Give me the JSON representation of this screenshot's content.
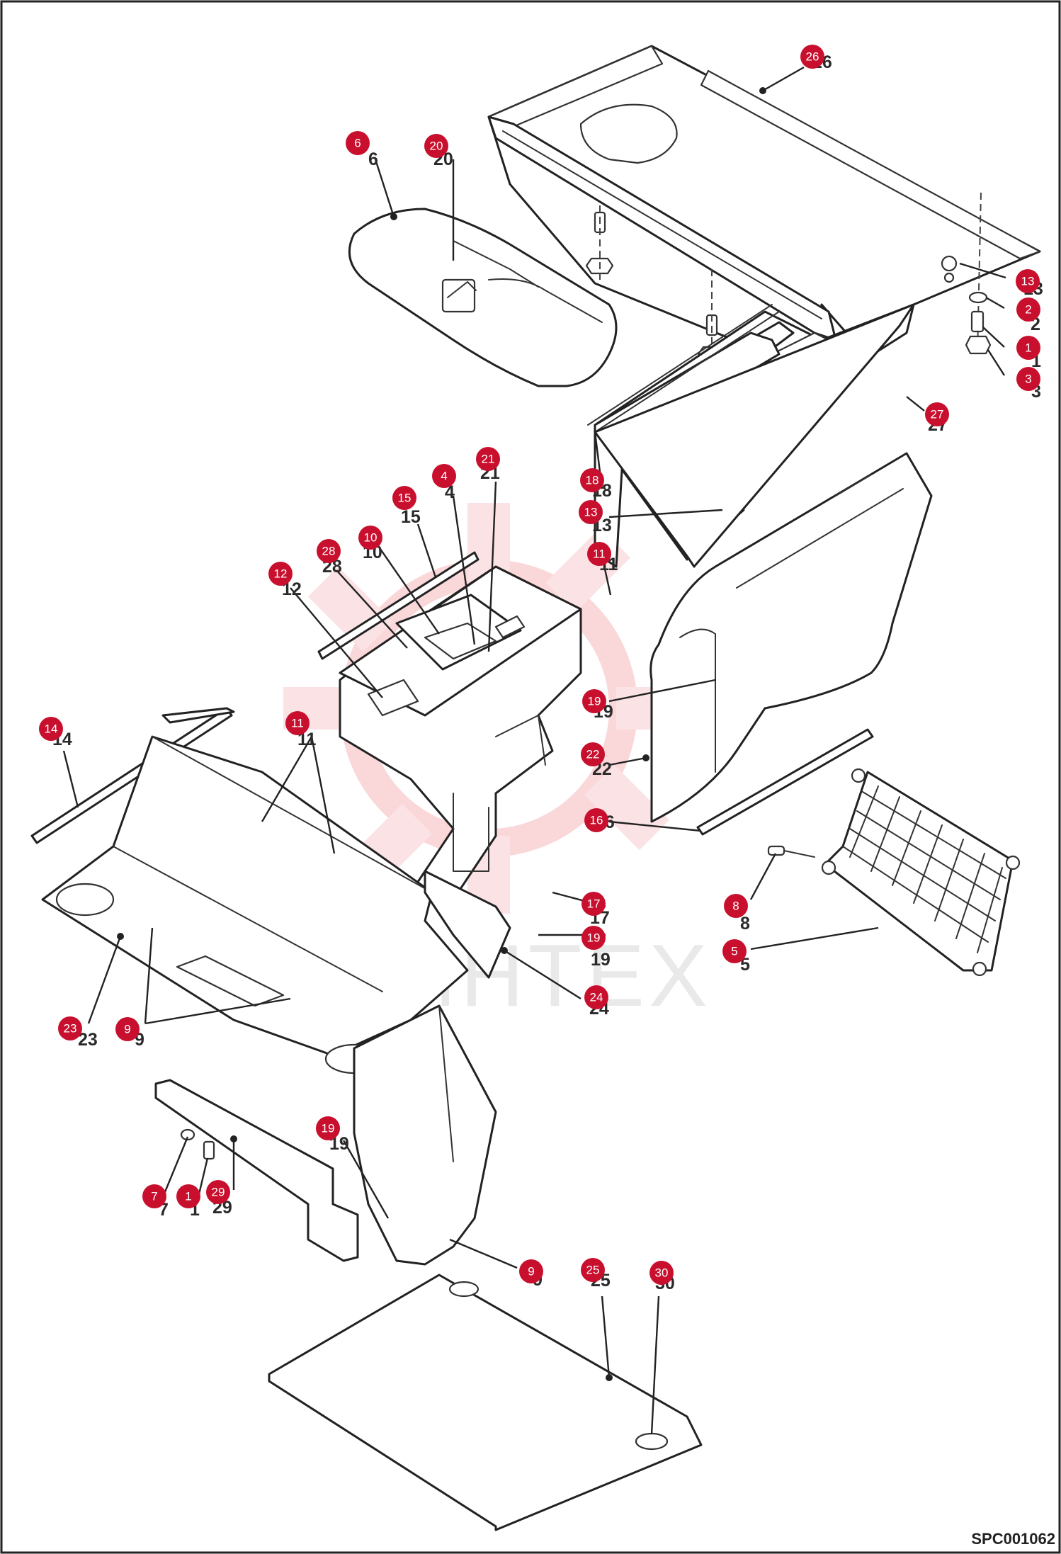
{
  "drawing_code": "SPC001062",
  "watermark_text": "ИНТЕХ",
  "accent_color": "#c8102e",
  "callouts": [
    {
      "id": "26",
      "label": "26"
    },
    {
      "id": "6",
      "label": "6"
    },
    {
      "id": "20",
      "label": "20"
    },
    {
      "id": "13a",
      "label": "13"
    },
    {
      "id": "2",
      "label": "2"
    },
    {
      "id": "1a",
      "label": "1"
    },
    {
      "id": "3",
      "label": "3"
    },
    {
      "id": "27",
      "label": "27"
    },
    {
      "id": "21",
      "label": "21"
    },
    {
      "id": "4",
      "label": "4"
    },
    {
      "id": "15",
      "label": "15"
    },
    {
      "id": "18",
      "label": "18"
    },
    {
      "id": "13b",
      "label": "13"
    },
    {
      "id": "10",
      "label": "10"
    },
    {
      "id": "28",
      "label": "28"
    },
    {
      "id": "11a",
      "label": "11"
    },
    {
      "id": "12",
      "label": "12"
    },
    {
      "id": "14",
      "label": "14"
    },
    {
      "id": "11b",
      "label": "11"
    },
    {
      "id": "19a",
      "label": "19"
    },
    {
      "id": "22",
      "label": "22"
    },
    {
      "id": "16",
      "label": "16"
    },
    {
      "id": "17",
      "label": "17"
    },
    {
      "id": "19b",
      "label": "19"
    },
    {
      "id": "8",
      "label": "8"
    },
    {
      "id": "5",
      "label": "5"
    },
    {
      "id": "24",
      "label": "24"
    },
    {
      "id": "23",
      "label": "23"
    },
    {
      "id": "9a",
      "label": "9"
    },
    {
      "id": "19c",
      "label": "19"
    },
    {
      "id": "7",
      "label": "7"
    },
    {
      "id": "1b",
      "label": "1"
    },
    {
      "id": "29",
      "label": "29"
    },
    {
      "id": "9b",
      "label": "9"
    },
    {
      "id": "25",
      "label": "25"
    },
    {
      "id": "30",
      "label": "30"
    }
  ]
}
